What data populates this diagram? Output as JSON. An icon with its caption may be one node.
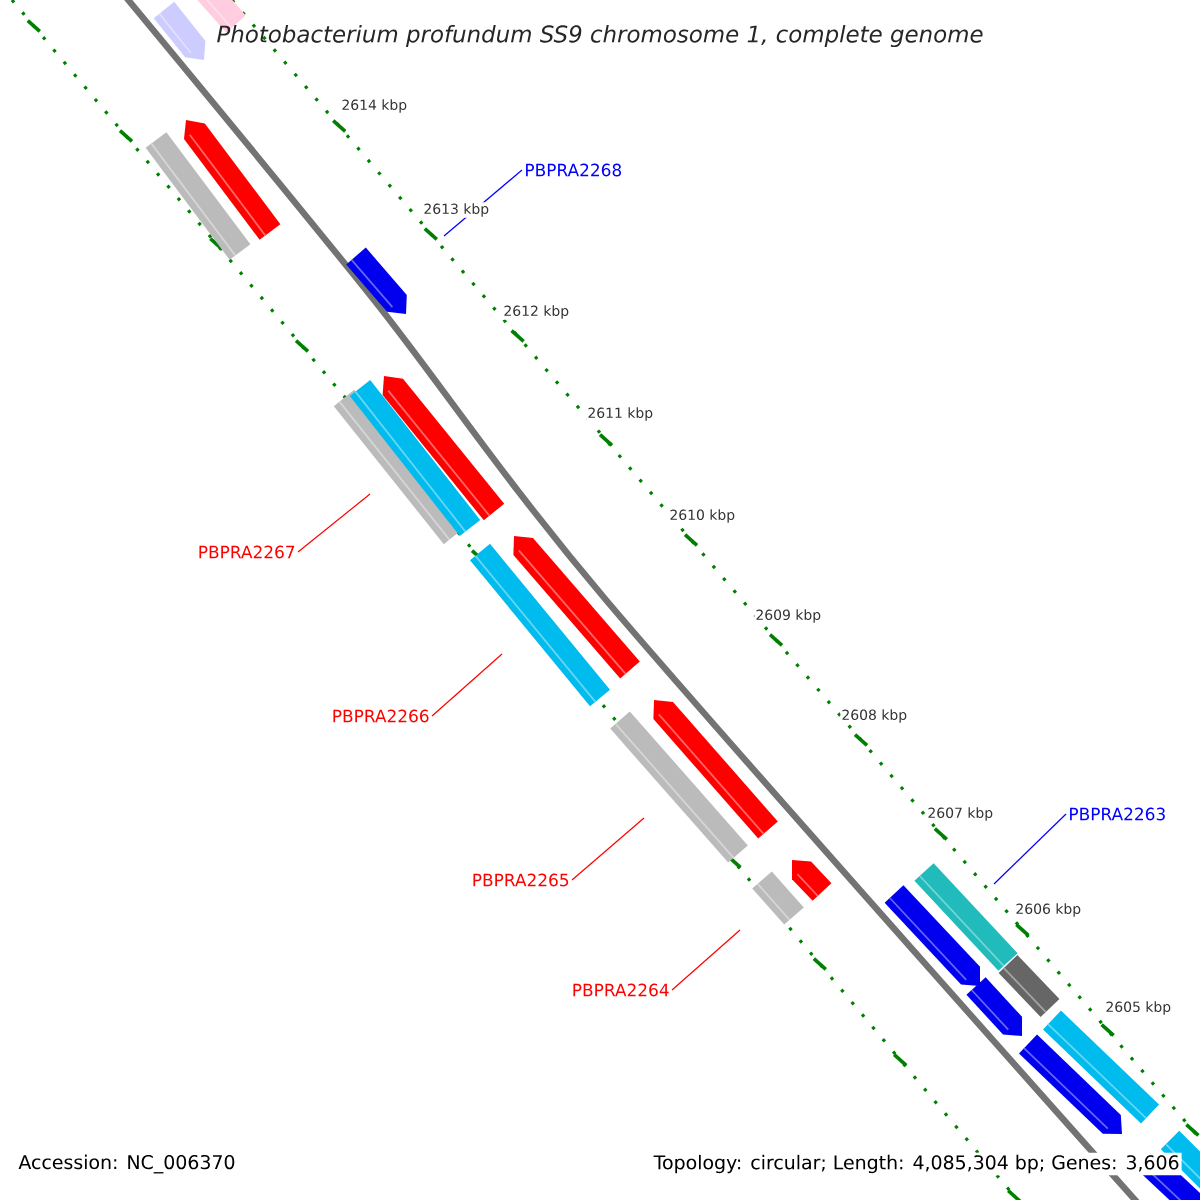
{
  "diagram": {
    "title": "Photobacterium profundum SS9 chromosome 1, complete genome",
    "nodes": [
      {
        "text": [
          "PBPRA2268"
        ]
      },
      {
        "text": [
          "PBPRA2267"
        ]
      },
      {
        "text": [
          "PBPRA2266"
        ]
      },
      {
        "text": [
          "PBPRA2265"
        ]
      },
      {
        "text": [
          "PBPRA2264"
        ]
      },
      {
        "text": [
          "PBPRA2263"
        ]
      }
    ],
    "edges": [
      {
        "from": 0,
        "to": null,
        "arrow": "none",
        "color": "#0000ff"
      },
      {
        "from": 1,
        "to": null,
        "arrow": "none"
      },
      {
        "from": 2,
        "to": null,
        "arrow": "none"
      },
      {
        "from": 3,
        "to": null,
        "arrow": "none"
      },
      {
        "from": 4,
        "to": null,
        "arrow": "none"
      },
      {
        "from": 5,
        "to": null,
        "arrow": "none",
        "color": "#0000ff"
      }
    ],
    "labels": [
      "2614 kbp",
      "2613 kbp",
      "2612 kbp",
      "2611 kbp",
      "2610 kbp",
      "2609 kbp",
      "2608 kbp",
      "2607 kbp",
      "2606 kbp",
      "2605 kbp",
      "Accession: NC_006370",
      "Topology: circular; Length: 4,085,304 bp; Genes: 3,606"
    ]
  }
}
